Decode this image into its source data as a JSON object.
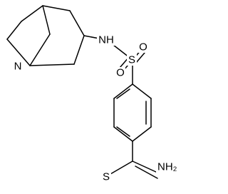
{
  "atoms": {
    "quinuclidine_n": "N",
    "amine_nh": "NH",
    "sulfur": "S",
    "oxygen_top": "O",
    "oxygen_bottom": "O",
    "thioamide_s": "S",
    "amide_nh2": "NH₂"
  }
}
